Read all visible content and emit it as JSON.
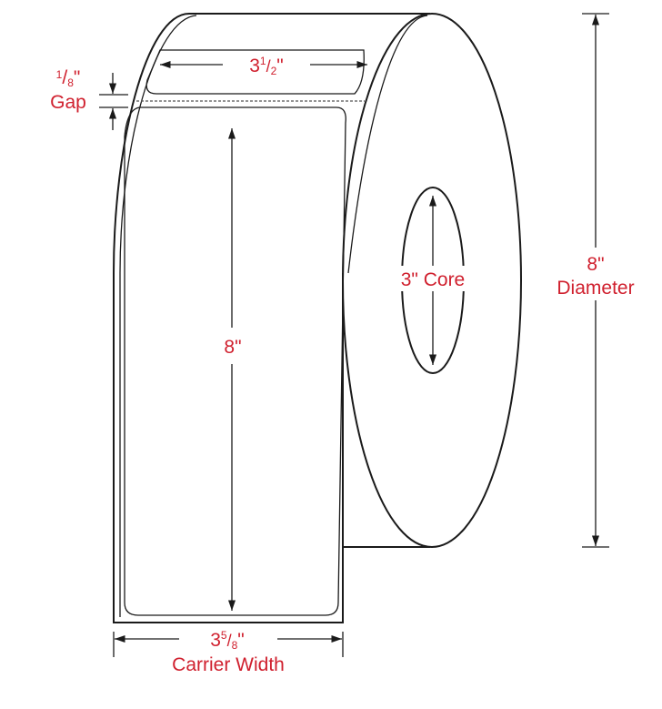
{
  "colors": {
    "label_text": "#d0202e",
    "line": "#1a1a1a"
  },
  "labels": {
    "label_width": {
      "whole": "3",
      "num": "1",
      "den": "2",
      "unit": "\""
    },
    "label_height": "8\"",
    "core": "3\" Core",
    "diameter_value": "8\"",
    "diameter_label": "Diameter",
    "carrier_width": {
      "whole": "3",
      "num": "5",
      "den": "8",
      "unit": "\""
    },
    "carrier_label": "Carrier Width",
    "gap_value": {
      "num": "1",
      "den": "8",
      "unit": "\""
    },
    "gap_label": "Gap"
  }
}
